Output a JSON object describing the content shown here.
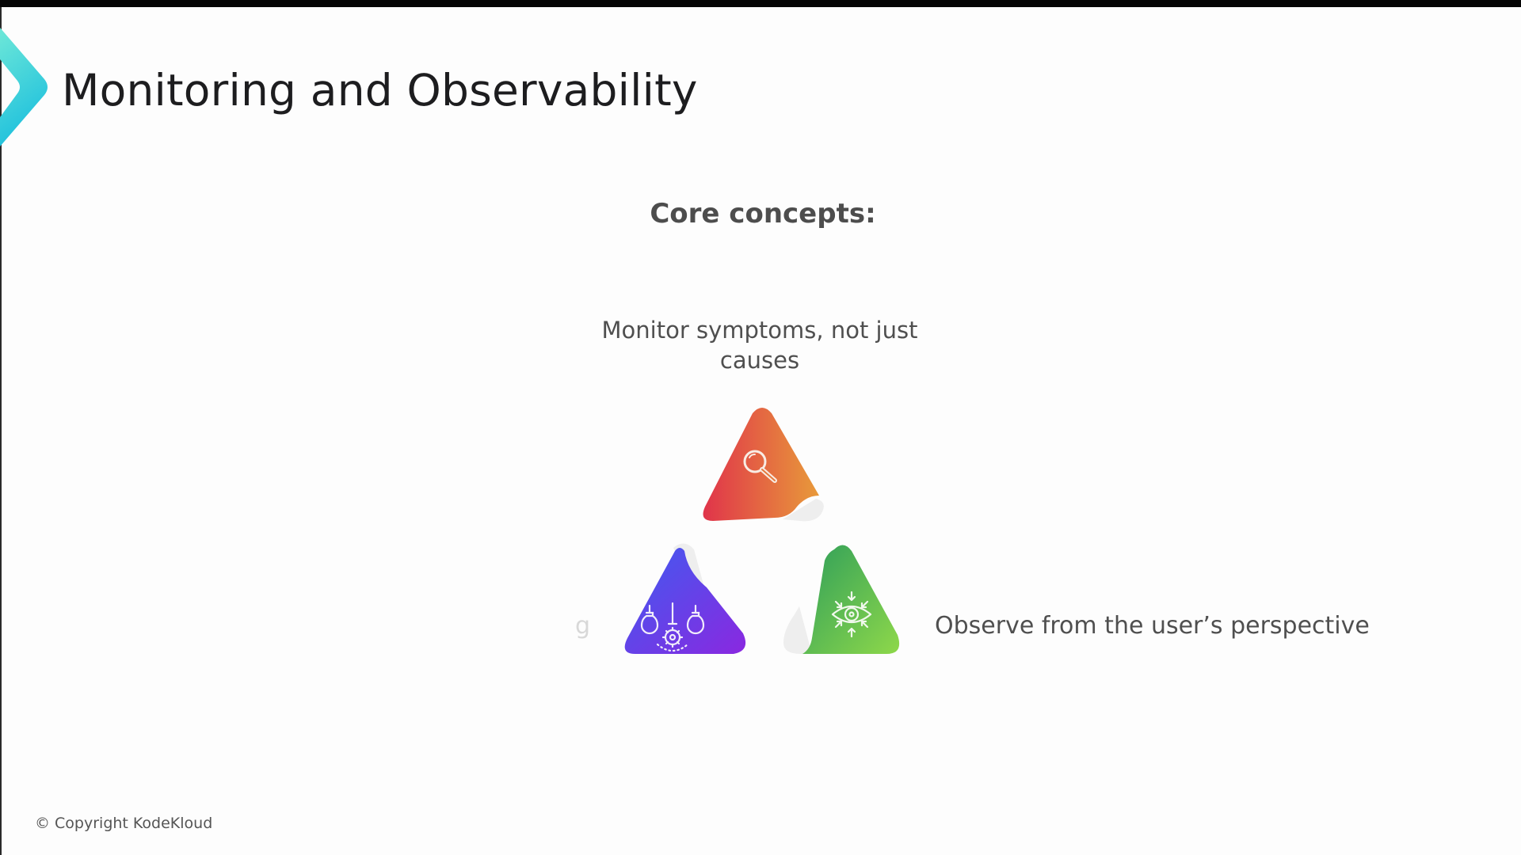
{
  "slide": {
    "title": "Monitoring and Observability",
    "heading": "Core concepts:",
    "concepts": [
      {
        "label": "Monitor symptoms, not just causes",
        "icon": "magnifier-icon",
        "position": "top",
        "gradient": [
          "#e0344a",
          "#e89a3a"
        ]
      },
      {
        "label": "g",
        "icon": "lightbulbs-gear-icon",
        "position": "bottom-left",
        "gradient": [
          "#4a4fe8",
          "#8a2be2"
        ],
        "note": "label partially faded"
      },
      {
        "label": "Observe from the user’s perspective",
        "icon": "eye-focus-icon",
        "position": "bottom-right",
        "gradient": [
          "#2e9e5a",
          "#8ed84a"
        ]
      }
    ],
    "copyright": "© Copyright KodeKloud"
  },
  "colors": {
    "chevron_top": "#6ee8d8",
    "chevron_bottom": "#1ec0dd",
    "title": "#1d1d1f",
    "text": "#4f4f4f",
    "fold": "#eeeeee"
  }
}
